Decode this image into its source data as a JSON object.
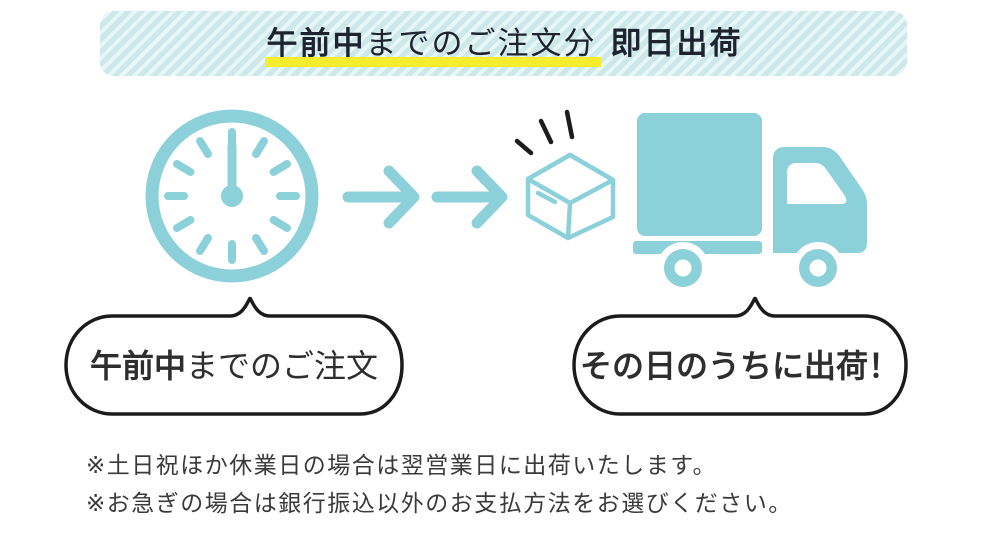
{
  "colors": {
    "teal": "#8cd0da",
    "stripe_dark": "#cbe8ea",
    "stripe_light": "#e9f6f6",
    "banner_text": "#1d2430",
    "highlight": "#f6ee2d",
    "bubble_stroke": "#1b1b1b",
    "bubble_text": "#2e2e2e",
    "burst": "#1c1c1c",
    "footnote_text": "#3a3a3a"
  },
  "banner": {
    "highlight_bold": "午前中",
    "highlight_rest": "までのご注文分",
    "emphasis": "即日出荷"
  },
  "flow": {
    "icons": [
      "clock-icon",
      "arrow-right-icon",
      "arrow-right-icon",
      "package-icon",
      "burst-lines-icon",
      "delivery-truck-icon"
    ]
  },
  "bubbles": {
    "order": {
      "bold": "午前中",
      "rest": "までのご注文"
    },
    "ship": {
      "text": "その日のうちに出荷！"
    }
  },
  "footnotes": [
    "※土日祝ほか休業日の場合は翌営業日に出荷いたします。",
    "※お急ぎの場合は銀行振込以外のお支払方法をお選びください。"
  ]
}
